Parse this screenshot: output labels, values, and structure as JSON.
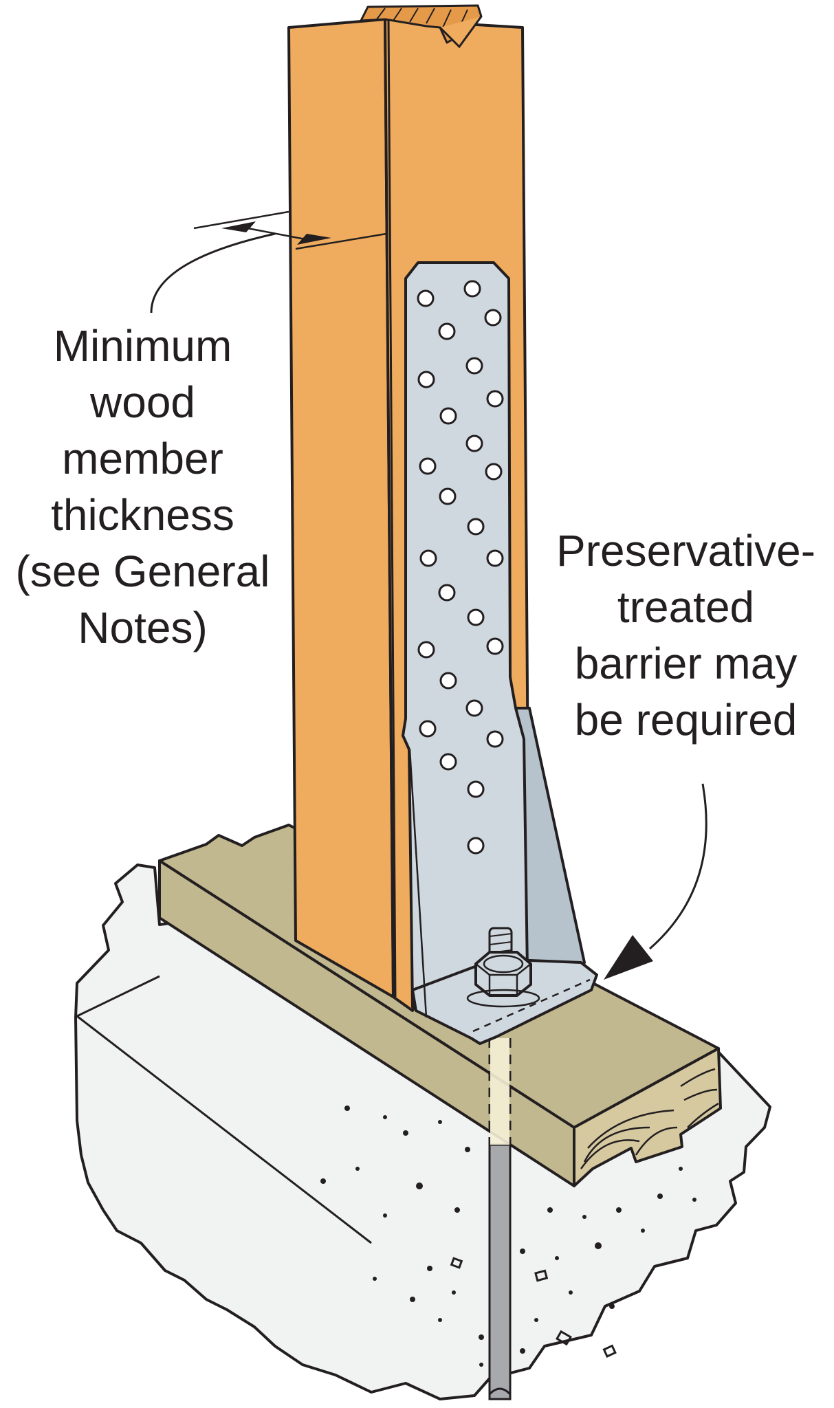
{
  "callouts": {
    "thickness": {
      "lines": [
        "Minimum",
        "wood",
        "member",
        "thickness",
        "(see General",
        "Notes)"
      ]
    },
    "barrier": {
      "lines": [
        "Preservative-",
        "treated",
        "barrier may",
        "be required"
      ]
    }
  },
  "colors": {
    "wood_post": "#efac5e",
    "sill_plate": "#c2b88f",
    "sill_end_grain": "#d6c9a0",
    "concrete": "#f1f2f2",
    "steel_strap": "#cfd8df",
    "anchor_rod": "#a7a9ac",
    "rod_sleeve": "#f5f0d6",
    "outline": "#231f20"
  },
  "icons": [
    "leader-arrow-icon",
    "dimension-arrow-icon",
    "nail-hole-icon",
    "hex-nut-icon"
  ]
}
